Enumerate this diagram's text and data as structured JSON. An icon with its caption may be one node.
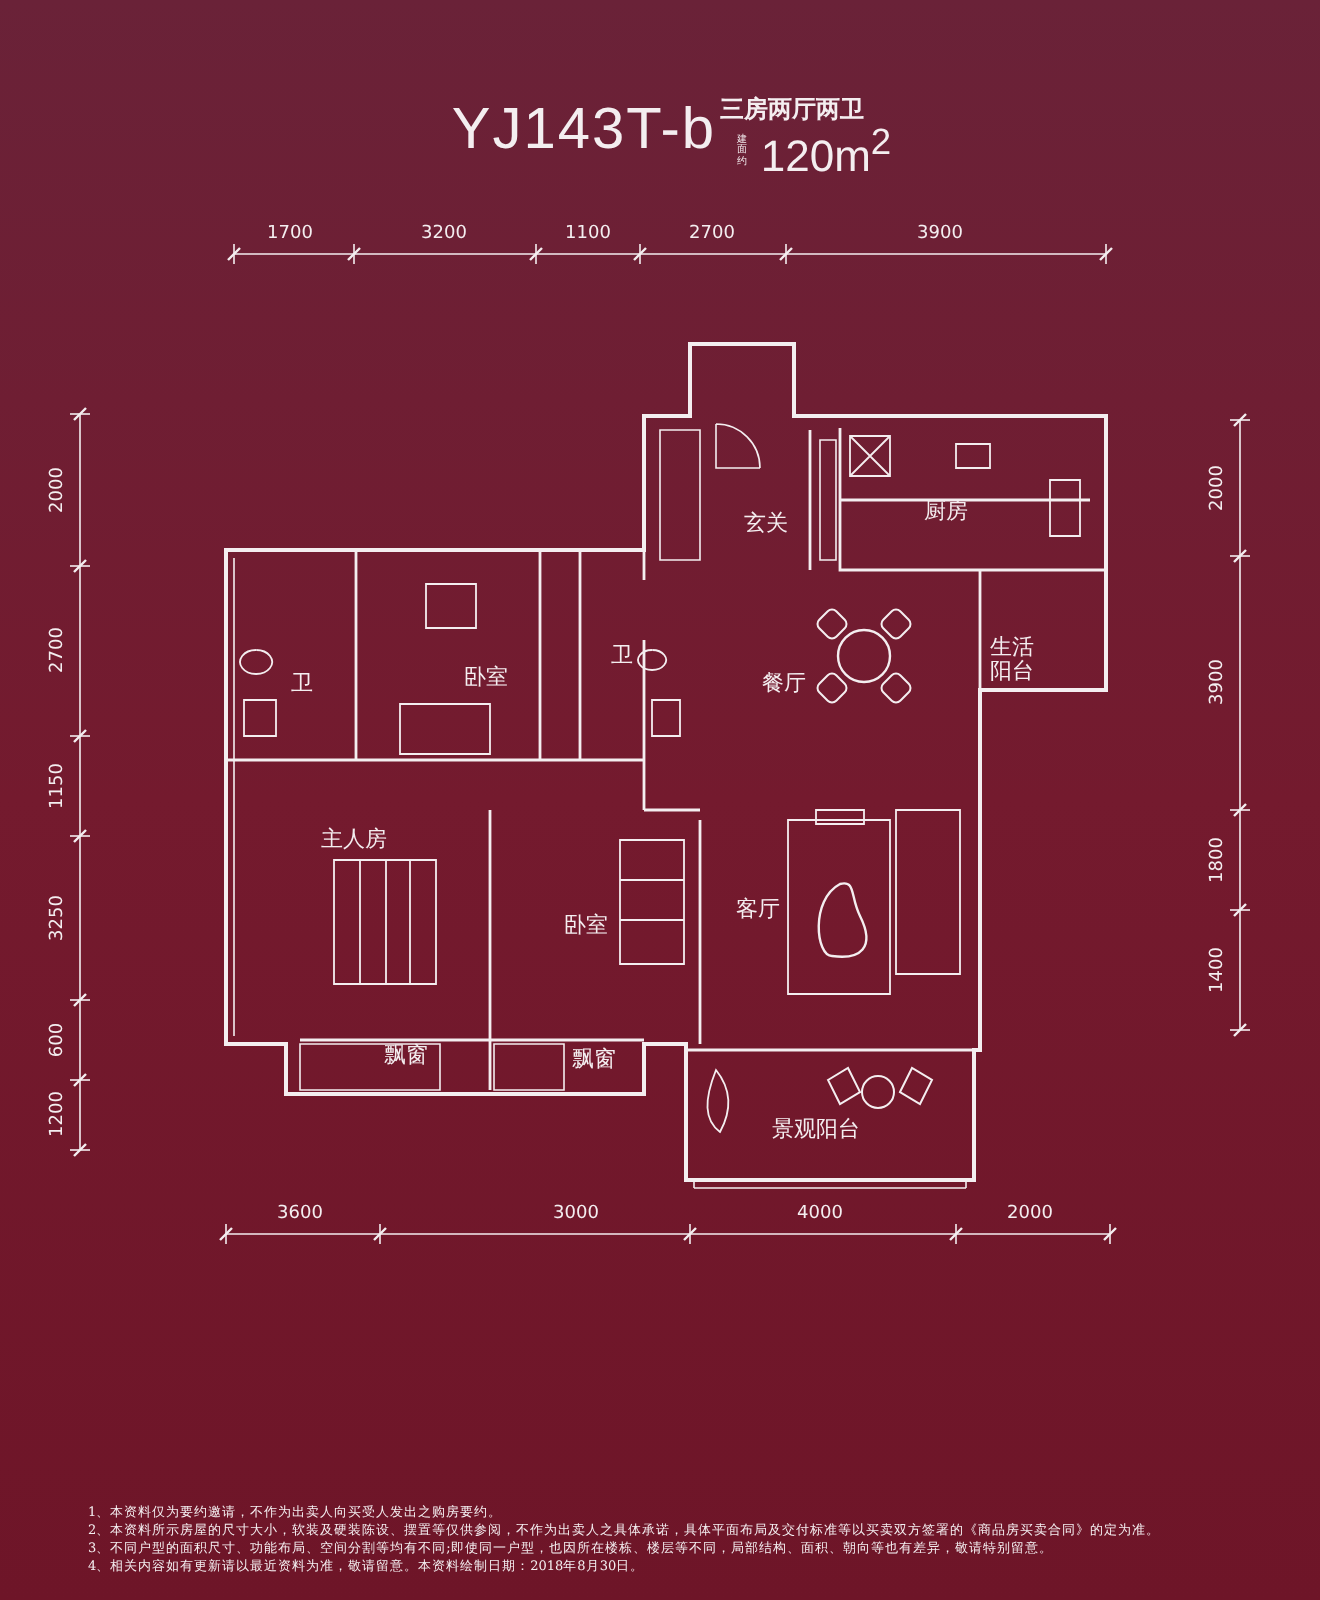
{
  "diagram": {
    "title": "YJ143T-b",
    "labels": [
      "三房两厅两卫",
      "建面约",
      "120m$^{2}$",
      "1700",
      "3200",
      "1100",
      "2700",
      "3900",
      "2000",
      "2700",
      "1150",
      "3250",
      "600",
      "1200",
      "2000",
      "3900",
      "1800",
      "1400",
      "玄关",
      "厨房",
      "卫",
      "卧室",
      "卫",
      "生活阳台",
      "餐厅",
      "主人房",
      "卧室",
      "客厅",
      "飘窗",
      "飘窗",
      "景观阳台",
      "3600",
      "3000",
      "4000",
      "2000",
      "1、本资料仅为要约邀请，不作为出卖人向买受人发出之购房要约。",
      "2、本资料所示房屋的尺寸大小，软装及硬装陈设、摆置等仅供参阅，不作为出卖人之具体承诺，具体平面布局及交付标准等以买卖双方签署的《商品房买卖合同》的定为准。",
      "3、不同户型的面积尺寸、功能布局、空间分割等均有不同;即使同一户型，也因所在楼栋、楼层等不同，局部结构、面积、朝向等也有差异，敬请特别留意。",
      "4、相关内容如有更新请以最近资料为准，敬请留意。本资料绘制日期：2018年8月30日。"
    ]
  }
}
